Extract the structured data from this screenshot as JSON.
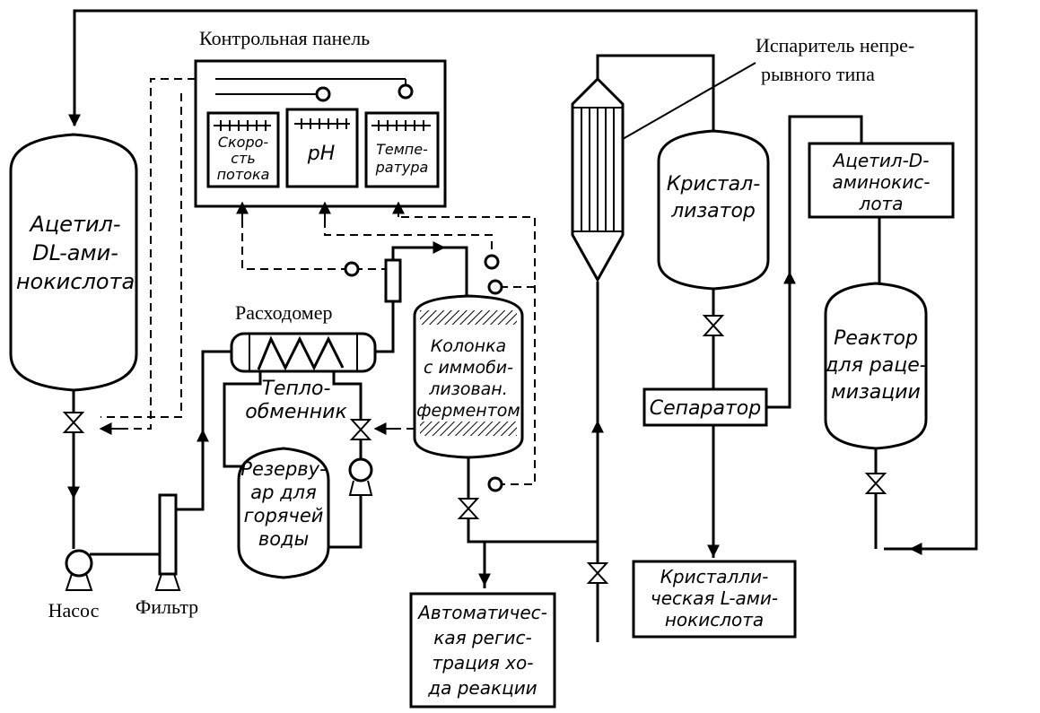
{
  "labels": {
    "control_panel": "Контрольная панель",
    "evaporator_line1": "Испаритель непре-",
    "evaporator_line2": "рывного типа",
    "flowmeter": "Расходомер",
    "pump": "Насос",
    "filter": "Фильтр"
  },
  "instruments": {
    "flow_rate": [
      "Скоро-",
      "сть",
      "потока"
    ],
    "ph": "pH",
    "temperature": [
      "Темпе-",
      "ратура"
    ]
  },
  "vessels": {
    "acetyl_dl": [
      "Ацетил-",
      "DL-ами-",
      "нокислота"
    ],
    "heat_exchanger": [
      "Тепло-",
      "обменник"
    ],
    "hot_water_tank": [
      "Резерву-",
      "ар для",
      "горячей",
      "воды"
    ],
    "column": [
      "Колонка",
      "с иммоби-",
      "лизован.",
      "ферментом"
    ],
    "crystallizer": [
      "Кристал-",
      "лизатор"
    ],
    "separator": "Сепаратор",
    "acetyl_d": [
      "Ацетил-D-",
      "аминокис-",
      "лота"
    ],
    "racemization_reactor": [
      "Реактор",
      "для раце-",
      "мизации"
    ]
  },
  "outputs": {
    "auto_registration": [
      "Автоматичес-",
      "кая регис-",
      "трация хо-",
      "да реакции"
    ],
    "crystalline_l": [
      "Кристалли-",
      "ческая L-ами-",
      "нокислота"
    ]
  }
}
